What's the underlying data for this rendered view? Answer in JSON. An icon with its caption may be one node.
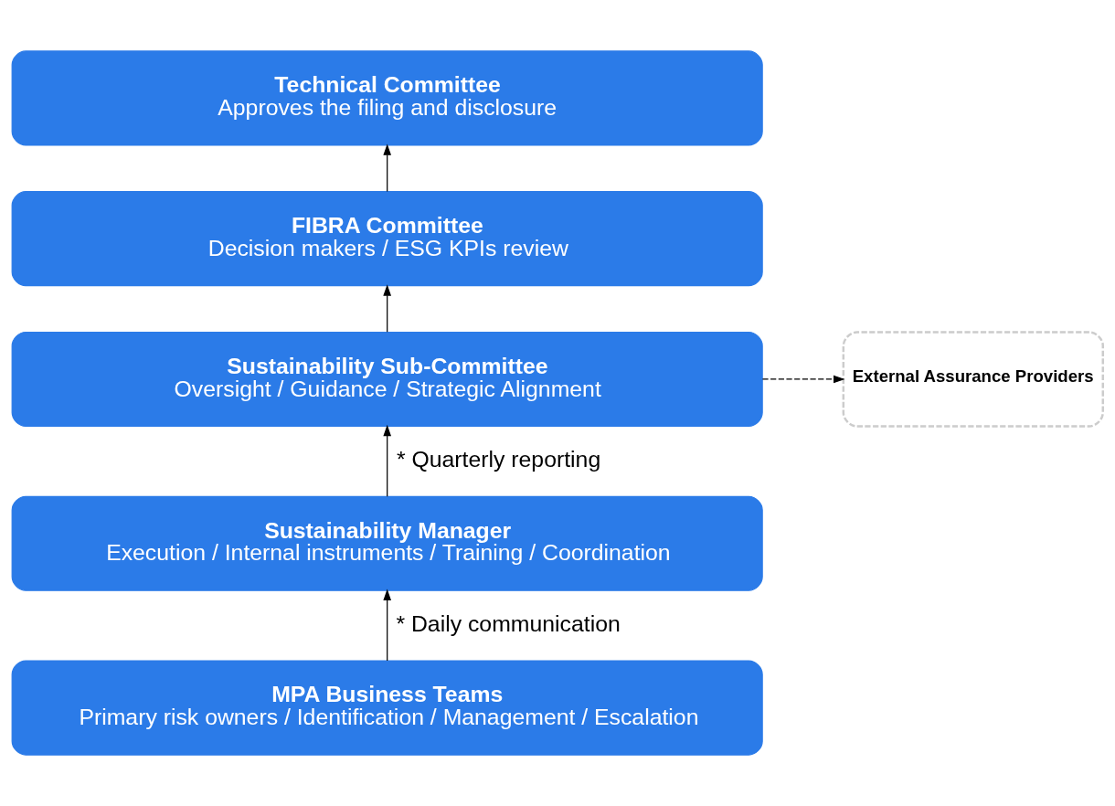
{
  "diagram": {
    "nodes": [
      {
        "text": [
          "Technical Committee",
          "Approves the filing and disclosure"
        ]
      },
      {
        "text": [
          "FIBRA Committee",
          "Decision makers / ESG KPIs review"
        ]
      },
      {
        "text": [
          "Sustainability Sub-Committee",
          "Oversight / Guidance / Strategic Alignment"
        ]
      },
      {
        "text": [
          "Sustainability Manager",
          "Execution / Internal instruments / Training / Coordination"
        ]
      },
      {
        "text": [
          "MPA Business Teams",
          "Primary risk owners / Identification / Management / Escalation"
        ]
      },
      {
        "text": [
          "External Assurance Providers"
        ]
      }
    ],
    "edges": [
      {
        "from": 1,
        "to": 0,
        "arrow": "to"
      },
      {
        "from": 2,
        "to": 1,
        "arrow": "to"
      },
      {
        "from": 3,
        "to": 2,
        "arrow": "to",
        "label": "* Quarterly reporting"
      },
      {
        "from": 4,
        "to": 3,
        "arrow": "to",
        "label": "* Daily communication"
      },
      {
        "from": 2,
        "to": 5,
        "arrow": "to",
        "style": "dashed"
      }
    ]
  }
}
